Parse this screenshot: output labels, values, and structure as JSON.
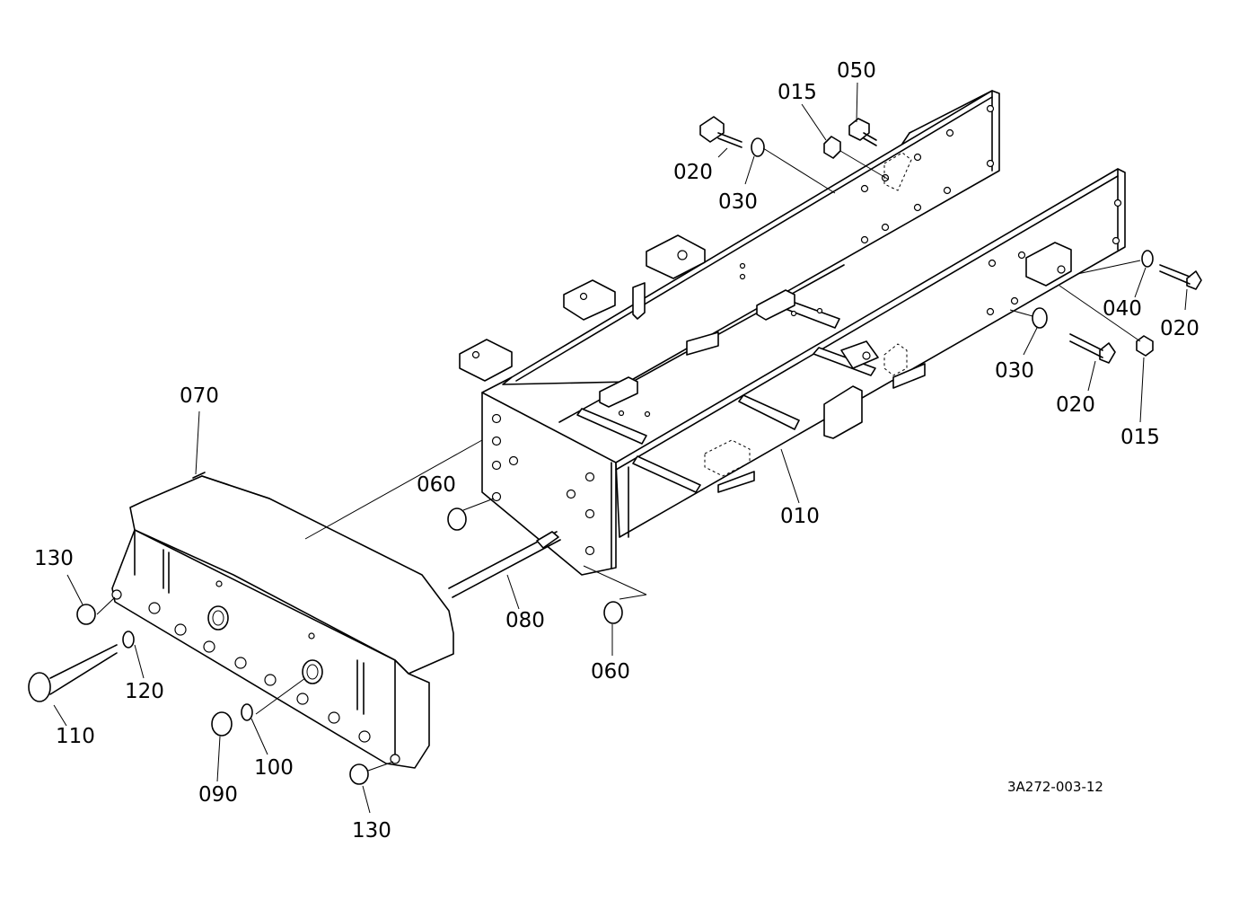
{
  "drawing_code": "3A272-003-12",
  "part_labels": [
    {
      "id": "p015a",
      "text": "015"
    },
    {
      "id": "p050",
      "text": "050"
    },
    {
      "id": "p020a",
      "text": "020"
    },
    {
      "id": "p030a",
      "text": "030"
    },
    {
      "id": "p040",
      "text": "040"
    },
    {
      "id": "p020b",
      "text": "020"
    },
    {
      "id": "p030b",
      "text": "030"
    },
    {
      "id": "p020c",
      "text": "020"
    },
    {
      "id": "p015b",
      "text": "015"
    },
    {
      "id": "p070",
      "text": "070"
    },
    {
      "id": "p060a",
      "text": "060"
    },
    {
      "id": "p010",
      "text": "010"
    },
    {
      "id": "p130a",
      "text": "130"
    },
    {
      "id": "p080",
      "text": "080"
    },
    {
      "id": "p060b",
      "text": "060"
    },
    {
      "id": "p120",
      "text": "120"
    },
    {
      "id": "p110",
      "text": "110"
    },
    {
      "id": "p100",
      "text": "100"
    },
    {
      "id": "p090",
      "text": "090"
    },
    {
      "id": "p130b",
      "text": "130"
    }
  ]
}
